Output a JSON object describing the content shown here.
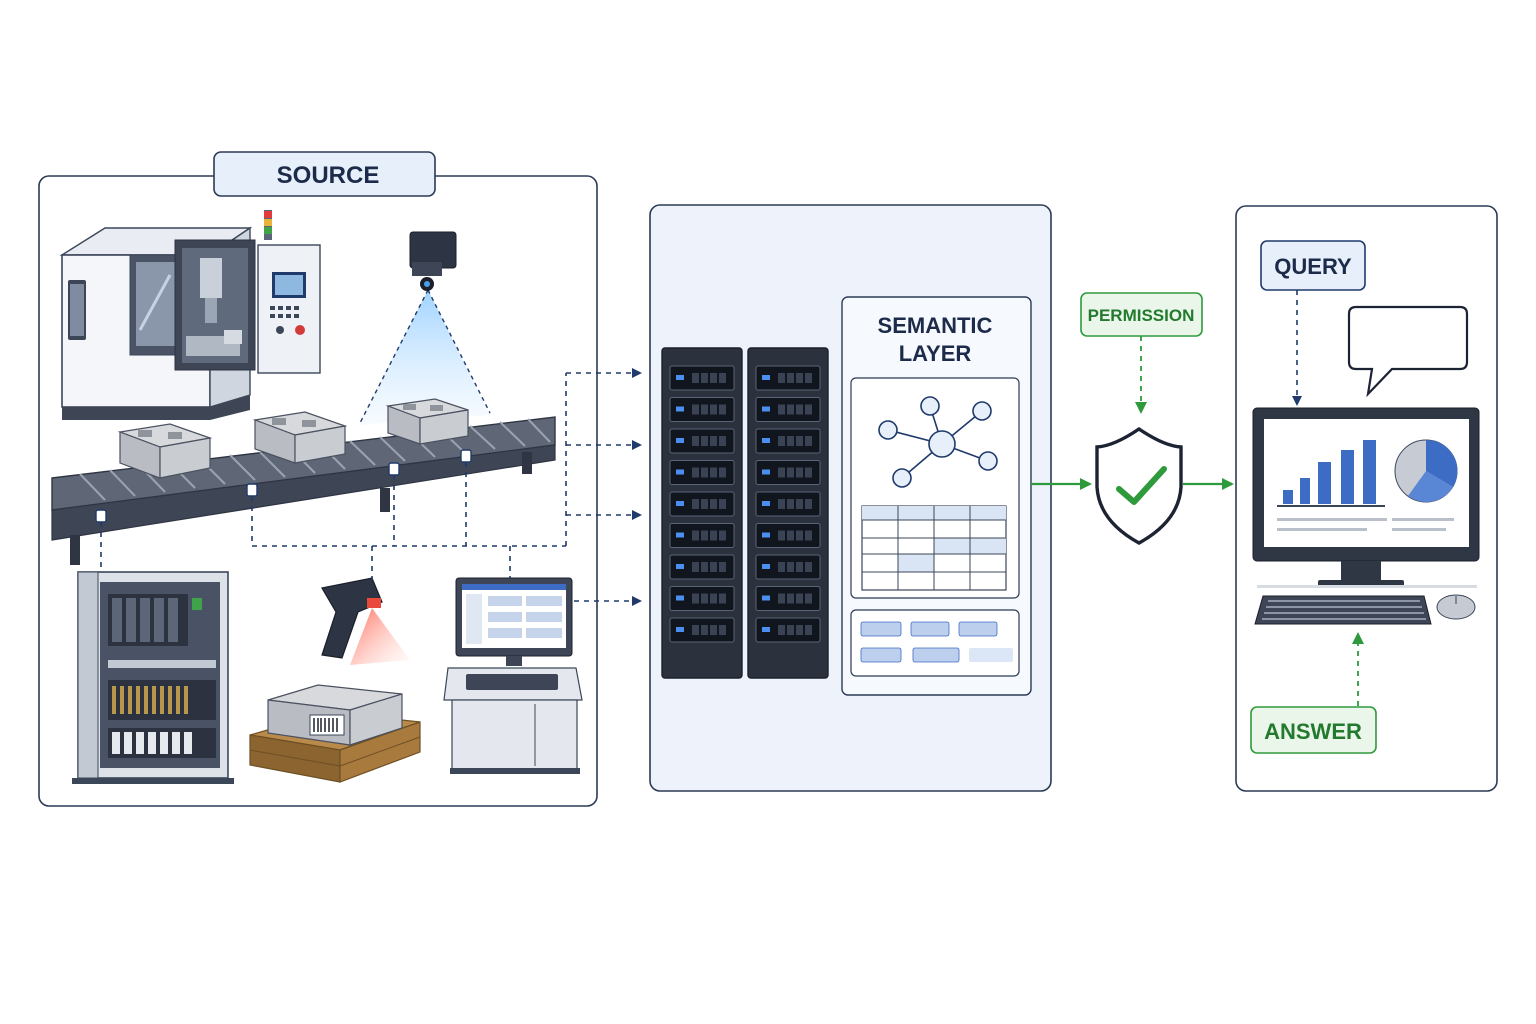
{
  "labels": {
    "source": "SOURCE",
    "semantic_line1": "SEMANTIC",
    "semantic_line2": "LAYER",
    "permission": "PERMISSION",
    "query": "QUERY",
    "answer": "ANSWER"
  },
  "colors": {
    "navy": "#1f3a6b",
    "outline": "#2b3a55",
    "panel_fill": "#eef3fb",
    "label_fill": "#e6effa",
    "green": "#2e9a3c",
    "green_fill": "#eaf6ea",
    "chart_blue": "#3d6cc4",
    "laser_red": "#e8493a",
    "camera_beam": "#6fb6f0"
  },
  "icons": [
    "cnc-machine-icon",
    "vision-camera-icon",
    "conveyor-icon",
    "control-cabinet-icon",
    "barcode-scanner-icon",
    "pallet-icon",
    "workstation-icon",
    "server-rack-icon",
    "network-graph-icon",
    "shield-check-icon",
    "speech-bubble-icon",
    "desktop-computer-icon"
  ]
}
